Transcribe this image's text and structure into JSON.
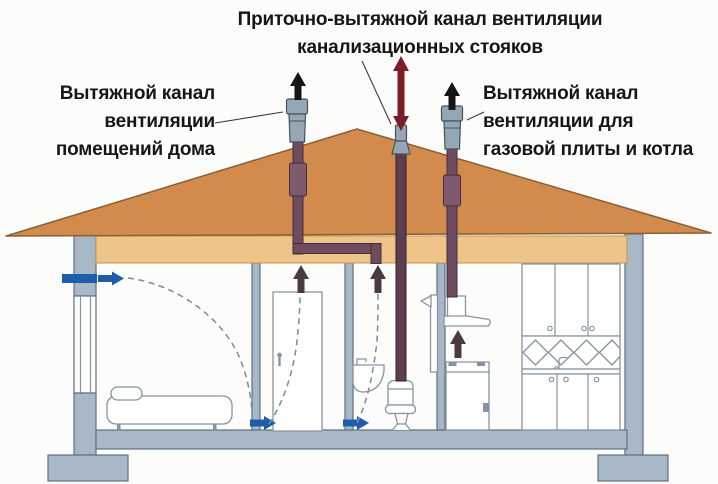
{
  "labels": {
    "sewer_vent": {
      "line1": "Приточно-вытяжной канал вентиляции",
      "line2": "канализационных стояков"
    },
    "house_vent": {
      "line1": "Вытяжной канал",
      "line2": "вентиляции",
      "line3": "помещений дома"
    },
    "gas_vent": {
      "line1": "Вытяжной канал",
      "line2": "вентиляции для",
      "line3": "газовой плиты и котла"
    }
  },
  "colors": {
    "background": "#fcfcfb",
    "roof": "#d28a4d",
    "ceiling_band": "#eec489",
    "structure_gray": "#a9b8c6",
    "structure_outline": "#5f7082",
    "pipe_purple": "#6f4d60",
    "pipe_coupling": "#7e5a6e",
    "sewer_pipe": "#5d3e4f",
    "vent_cap": "#95a7b5",
    "supply_arrow": "#1f5ca9",
    "exhaust_arrow": "#4b3a43",
    "sewer_arrow": "#7c1c26",
    "black_arrow": "#161616",
    "label_text": "#161616"
  },
  "diagram": {
    "rooms": [
      "living-room",
      "hallway",
      "bathroom",
      "kitchen"
    ],
    "fixtures": [
      "sofa",
      "interior-door",
      "washbasin",
      "toilet",
      "cooker-hood",
      "stove",
      "kitchen-cabinets"
    ],
    "airflow_arrows": {
      "supply_blue": 3,
      "exhaust_dark": 3,
      "roof_outlet_black": 2,
      "sewer_bidirectional_red": 1
    }
  }
}
